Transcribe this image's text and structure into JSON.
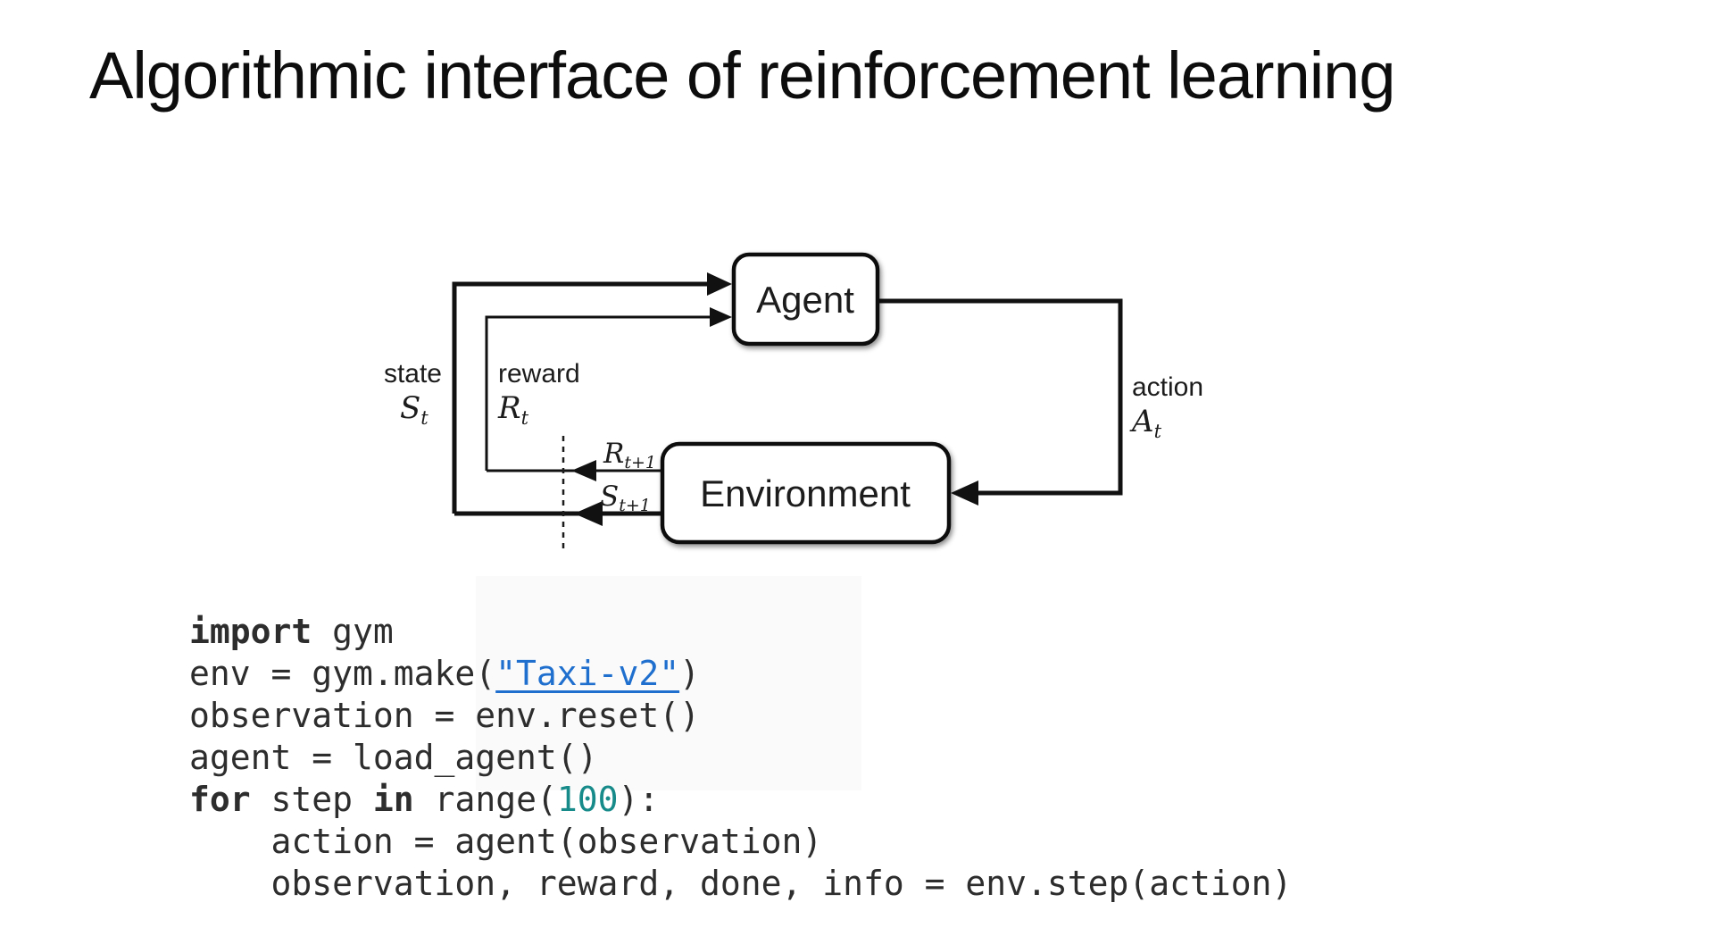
{
  "slide": {
    "title": "Algorithmic interface of reinforcement learning"
  },
  "diagram": {
    "agent_label": "Agent",
    "environment_label": "Environment",
    "labels": {
      "state_word": "state",
      "state_sym": "S",
      "state_sub": "t",
      "reward_word": "reward",
      "reward_sym": "R",
      "reward_sub": "t",
      "action_word": "action",
      "action_sym": "A",
      "action_sub": "t",
      "next_reward_sym": "R",
      "next_reward_sub": "t+1",
      "next_state_sym": "S",
      "next_state_sub": "t+1"
    }
  },
  "code": {
    "lines": [
      [
        {
          "t": "import",
          "s": "kw"
        },
        {
          "t": " gym",
          "s": "plain"
        }
      ],
      [
        {
          "t": "env = gym.make(",
          "s": "plain"
        },
        {
          "t": "\"Taxi-v2\"",
          "s": "link"
        },
        {
          "t": ")",
          "s": "plain"
        }
      ],
      [
        {
          "t": "observation = env.reset()",
          "s": "plain"
        }
      ],
      [
        {
          "t": "agent = load_agent()",
          "s": "plain"
        }
      ],
      [
        {
          "t": "for",
          "s": "kw"
        },
        {
          "t": " step ",
          "s": "plain"
        },
        {
          "t": "in",
          "s": "kw"
        },
        {
          "t": " range(",
          "s": "plain"
        },
        {
          "t": "100",
          "s": "num"
        },
        {
          "t": "):",
          "s": "plain"
        }
      ],
      [
        {
          "t": "    action = agent(observation)",
          "s": "plain"
        }
      ],
      [
        {
          "t": "    observation, reward, done, info = env.step(action)",
          "s": "plain"
        }
      ]
    ]
  },
  "colors": {
    "ink": "#111111",
    "code_ink": "#2d2d2d",
    "link_blue": "#1f6fce",
    "number_teal": "#178a8a"
  }
}
